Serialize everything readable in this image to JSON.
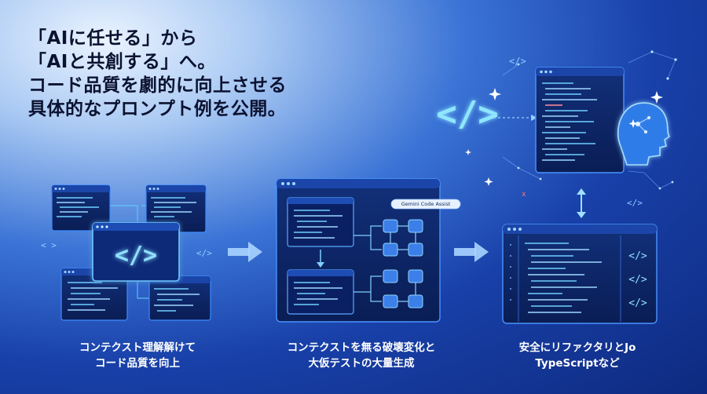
{
  "headline": {
    "line1": "「AIに任せる」から",
    "line2": "「AIと共創する」へ。",
    "line3": "コード品質を劇的に向上させる",
    "line4": "具体的なプロンプト例を公開。"
  },
  "steps": [
    {
      "caption_line1": "コンテクスト理解解けて",
      "caption_line2": "コード品質を向上"
    },
    {
      "caption_line1": "コンテクストを無る破壊変化と",
      "caption_line2": "大仮テストの大量生成"
    },
    {
      "caption_line1": "安全にリファクタリとJo",
      "caption_line2": "TypeScriptなど"
    }
  ],
  "badge": {
    "label": "Gemini Code Assist"
  },
  "icons": {
    "code_glyph": "</>",
    "arrow": "right-arrow-icon",
    "head": "ai-head-icon",
    "sparkle": "sparkle-icon"
  },
  "colors": {
    "accent_cyan": "#5fd4ff",
    "panel_dark": "#0b1f5c",
    "panel_border": "#3f8cff",
    "text_dark": "#0b1230"
  }
}
